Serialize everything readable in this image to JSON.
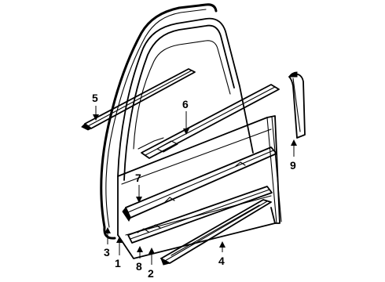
{
  "diagram": {
    "callouts": [
      {
        "id": "label-1",
        "text": "1"
      },
      {
        "id": "label-2",
        "text": "2"
      },
      {
        "id": "label-3",
        "text": "3"
      },
      {
        "id": "label-4",
        "text": "4"
      },
      {
        "id": "label-5",
        "text": "5"
      },
      {
        "id": "label-6",
        "text": "6"
      },
      {
        "id": "label-7",
        "text": "7"
      },
      {
        "id": "label-8",
        "text": "8"
      },
      {
        "id": "label-9",
        "text": "9"
      }
    ]
  }
}
